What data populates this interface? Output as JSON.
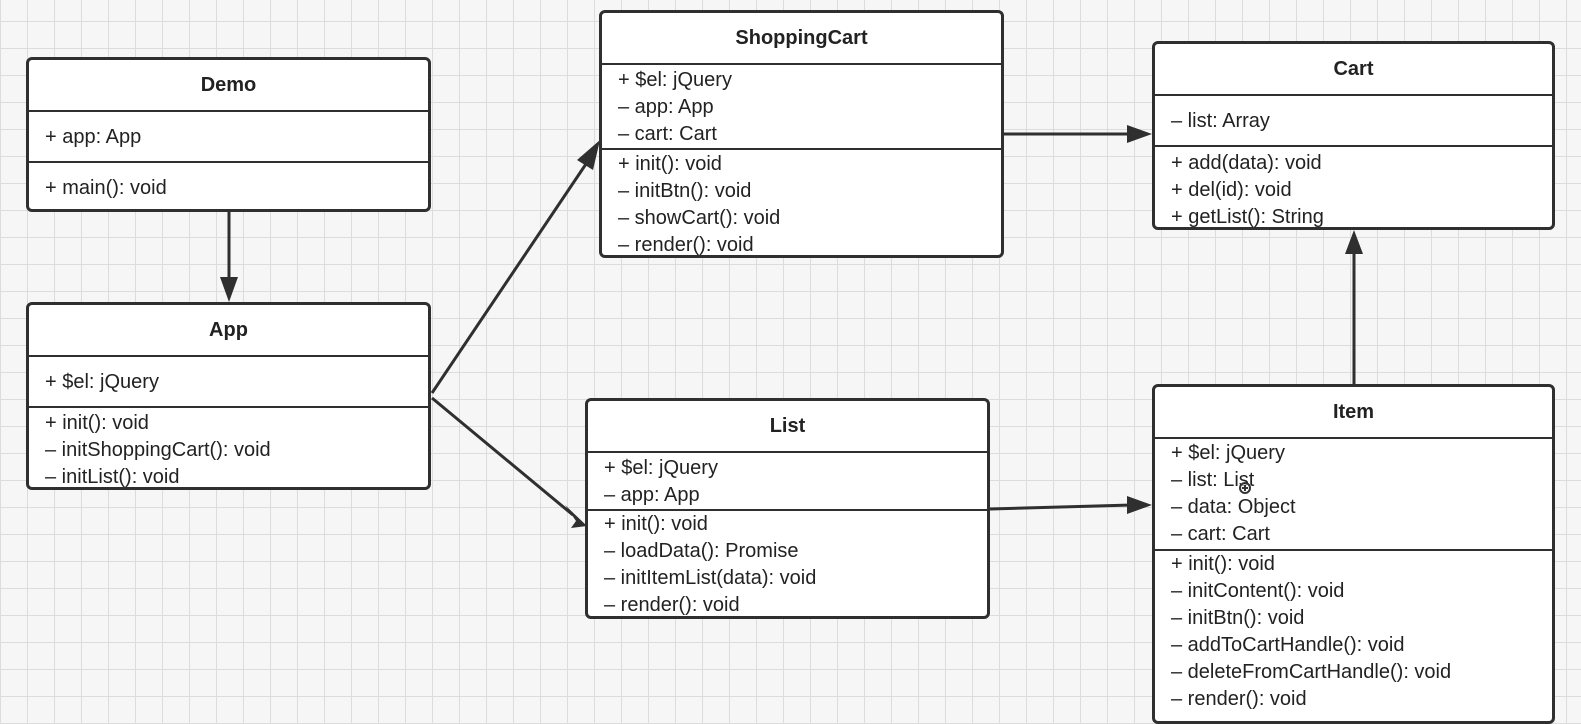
{
  "classes": {
    "demo": {
      "name": "Demo",
      "attributes": [
        "+ app: App"
      ],
      "methods": [
        "+ main(): void"
      ]
    },
    "app": {
      "name": "App",
      "attributes": [
        "+ $el: jQuery"
      ],
      "methods": [
        "+ init(): void",
        "– initShoppingCart(): void",
        "– initList(): void"
      ]
    },
    "shoppingcart": {
      "name": "ShoppingCart",
      "attributes": [
        "+ $el: jQuery",
        "– app: App",
        "– cart: Cart"
      ],
      "methods": [
        "+ init(): void",
        "– initBtn(): void",
        "– showCart(): void",
        "– render(): void"
      ]
    },
    "list": {
      "name": "List",
      "attributes": [
        "+ $el: jQuery",
        "– app: App"
      ],
      "methods": [
        "+ init(): void",
        "– loadData(): Promise",
        "– initItemList(data): void",
        "– render(): void"
      ]
    },
    "cart": {
      "name": "Cart",
      "attributes": [
        "– list: Array"
      ],
      "methods": [
        "+ add(data): void",
        "+ del(id): void",
        "+ getList(): String"
      ]
    },
    "item": {
      "name": "Item",
      "attributes": [
        "+ $el: jQuery",
        "– list: List",
        "– data: Object",
        "– cart: Cart"
      ],
      "methods": [
        "+ init(): void",
        "– initContent(): void",
        "– initBtn(): void",
        "– addToCartHandle(): void",
        "– deleteFromCartHandle(): void",
        "– render(): void"
      ]
    }
  },
  "colors": {
    "line": "#2f2f2f",
    "box_fill": "#ffffff",
    "grid": "#dcdcdc"
  },
  "connections": [
    {
      "from": "Demo",
      "to": "App"
    },
    {
      "from": "App",
      "to": "ShoppingCart"
    },
    {
      "from": "App",
      "to": "List"
    },
    {
      "from": "ShoppingCart",
      "to": "Cart"
    },
    {
      "from": "List",
      "to": "Item"
    },
    {
      "from": "Item",
      "to": "Cart"
    }
  ]
}
